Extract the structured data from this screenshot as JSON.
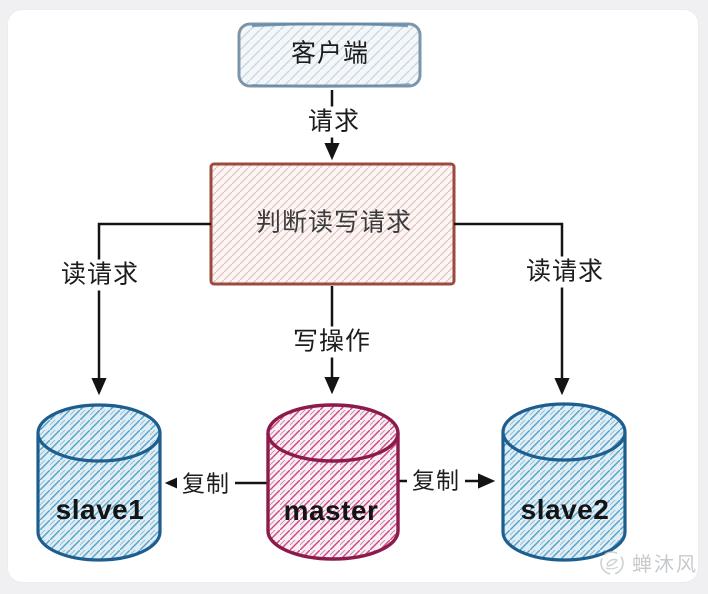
{
  "diagram": {
    "client_label": "客户端",
    "request_label": "请求",
    "decision_label": "判断读写请求",
    "read_request_left": "读请求",
    "read_request_right": "读请求",
    "write_label": "写操作",
    "replicate_left": "复制",
    "replicate_right": "复制",
    "slave1_label": "slave1",
    "master_label": "master",
    "slave2_label": "slave2"
  },
  "watermark": {
    "text": "蝉沐风"
  },
  "colors": {
    "client_stroke": "#7e95a8",
    "client_accent": "#5d88aa",
    "decision_stroke": "#9c4a3e",
    "slave_stroke": "#1d5e8f",
    "master_stroke": "#8c1a4b",
    "arrow": "#141414",
    "watermark_gray": "#c7cbcd"
  }
}
